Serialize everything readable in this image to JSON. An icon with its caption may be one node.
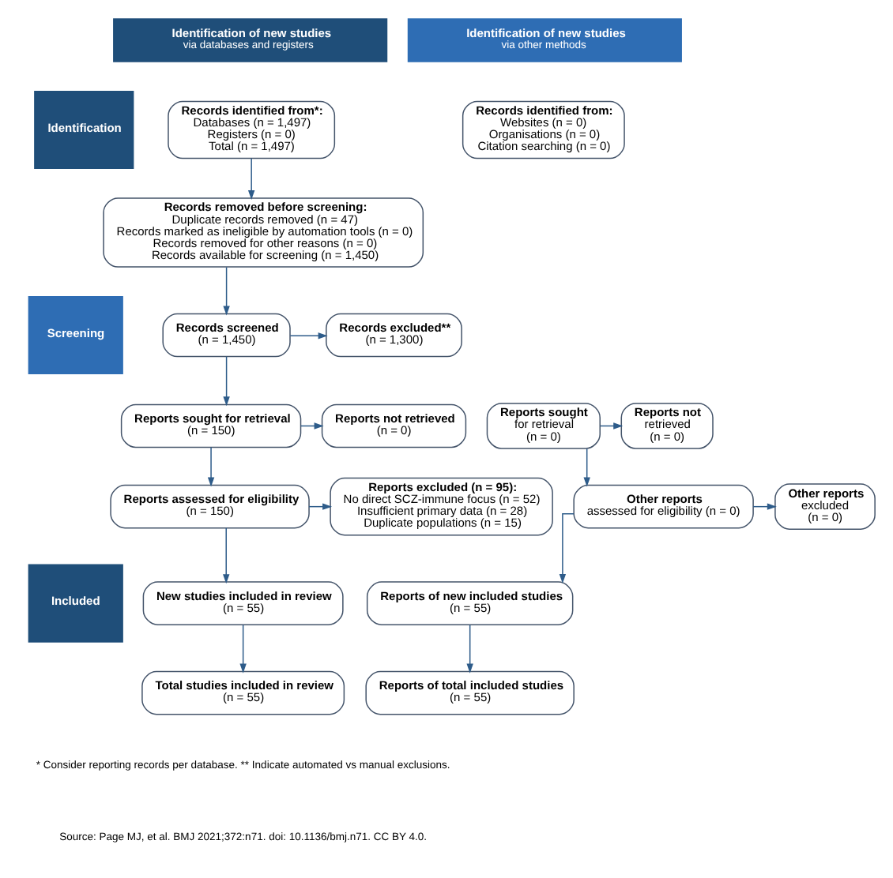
{
  "diagram": {
    "nodes": [
      {
        "text": [
          "Identification of new studies",
          "via databases and registers"
        ]
      },
      {
        "text": [
          "Identification of new studies",
          "via other methods"
        ]
      },
      {
        "text": [
          "Identification"
        ]
      },
      {
        "text": [
          "Screening"
        ]
      },
      {
        "text": [
          "Included"
        ]
      },
      {
        "text": [
          "Records identified from*:",
          "Databases (n = 1,497)",
          "Registers (n = 0)",
          "Total (n = 1,497)"
        ]
      },
      {
        "text": [
          "Records identified from:",
          "Websites (n = 0)",
          "Organisations (n = 0)",
          "Citation searching (n = 0)"
        ]
      },
      {
        "text": [
          "Records removed before screening:",
          "Duplicate records removed (n = 47)",
          "Records marked as ineligible by automation tools (n = 0)",
          "Records removed for other reasons (n = 0)",
          "Records available for screening (n = 1,450)"
        ]
      },
      {
        "text": [
          "Records screened",
          "(n = 1,450)"
        ]
      },
      {
        "text": [
          "Records excluded**",
          "(n = 1,300)"
        ]
      },
      {
        "text": [
          "Reports sought for retrieval",
          "(n = 150)"
        ]
      },
      {
        "text": [
          "Reports not retrieved",
          "(n = 0)"
        ]
      },
      {
        "text": [
          "Reports sought",
          "for retrieval",
          "(n = 0)"
        ]
      },
      {
        "text": [
          "Reports not",
          "retrieved",
          "(n = 0)"
        ]
      },
      {
        "text": [
          "Reports assessed for eligibility",
          "(n = 150)"
        ]
      },
      {
        "text": [
          "Reports excluded (n = 95):",
          "No direct SCZ-immune focus (n = 52)",
          "Insufficient primary data (n = 28)",
          "Duplicate populations (n = 15)"
        ]
      },
      {
        "text": [
          "Other reports",
          "assessed for eligibility (n = 0)"
        ]
      },
      {
        "text": [
          "Other reports",
          "excluded",
          "(n = 0)"
        ]
      },
      {
        "text": [
          "New studies included in review",
          "(n = 55)"
        ]
      },
      {
        "text": [
          "Reports of new included studies",
          "(n = 55)"
        ]
      },
      {
        "text": [
          "Total studies included in review",
          "(n = 55)"
        ]
      },
      {
        "text": [
          "Reports of total included studies",
          "(n = 55)"
        ]
      }
    ],
    "edges": [
      {
        "from": 5,
        "to": 7,
        "arrow": "to"
      },
      {
        "from": 7,
        "to": 8,
        "arrow": "to"
      },
      {
        "from": 8,
        "to": 9,
        "arrow": "to"
      },
      {
        "from": 8,
        "to": 10,
        "arrow": "to"
      },
      {
        "from": 10,
        "to": 11,
        "arrow": "to"
      },
      {
        "from": 10,
        "to": 14,
        "arrow": "to"
      },
      {
        "from": 12,
        "to": 13,
        "arrow": "to"
      },
      {
        "from": 12,
        "to": 16,
        "arrow": "to"
      },
      {
        "from": 14,
        "to": 15,
        "arrow": "to"
      },
      {
        "from": 16,
        "to": 17,
        "arrow": "to"
      },
      {
        "from": 14,
        "to": 18,
        "arrow": "to"
      },
      {
        "from": 16,
        "to": 19,
        "arrow": "to"
      },
      {
        "from": 18,
        "to": 20,
        "arrow": "to"
      },
      {
        "from": 19,
        "to": 21,
        "arrow": "to"
      }
    ],
    "labels": [
      "* Consider reporting records per database. ** Indicate automated vs manual exclusions.",
      "Source: Page MJ, et al. BMJ 2021;372:n71. doi: 10.1136/bmj.n71. CC BY 4.0."
    ]
  }
}
